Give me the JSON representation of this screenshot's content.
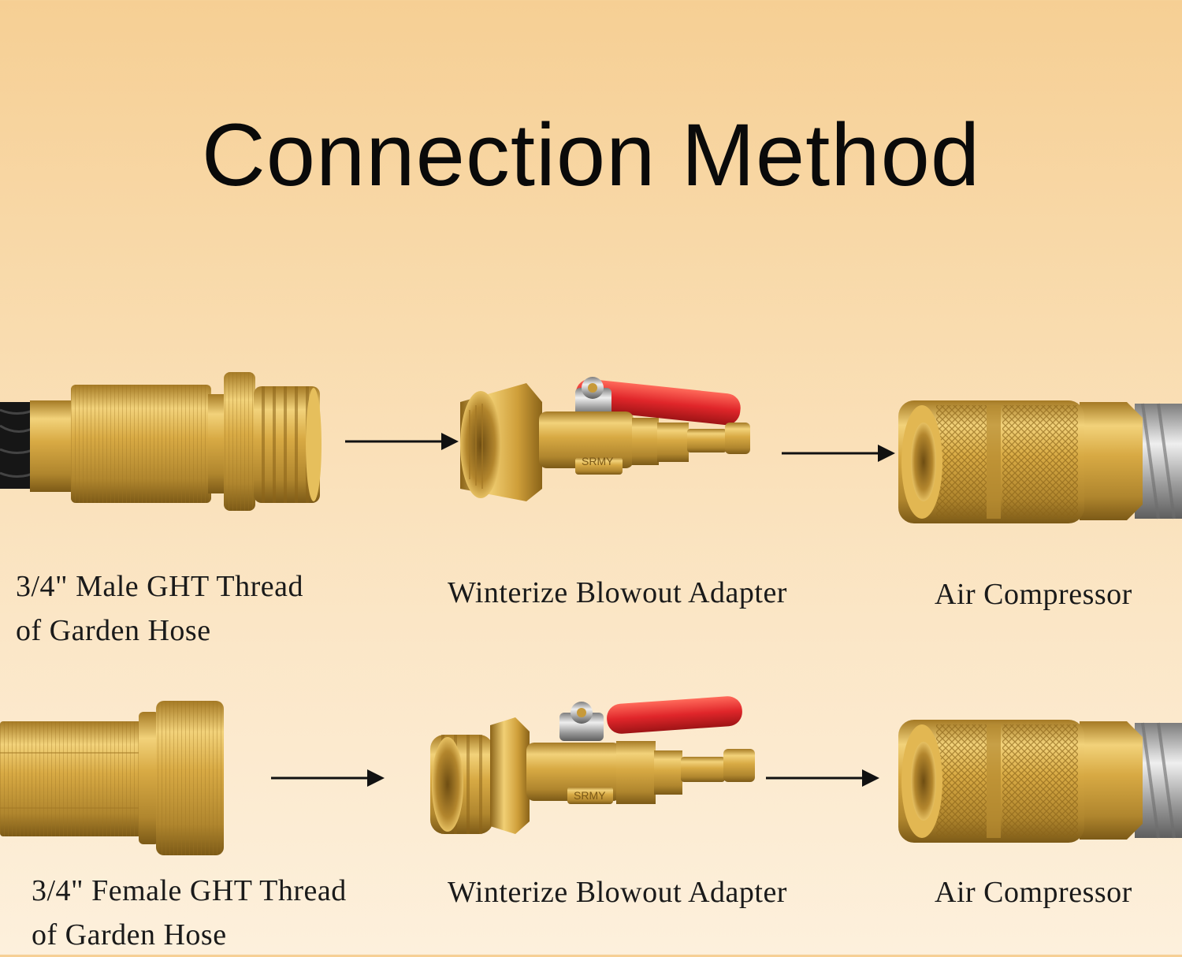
{
  "title": "Connection Method",
  "rows": [
    {
      "hose_label_line1": "3/4\" Male GHT Thread",
      "hose_label_line2": "of Garden Hose",
      "adapter_label": "Winterize Blowout Adapter",
      "compressor_label": "Air Compressor"
    },
    {
      "hose_label_line1": "3/4\" Female GHT Thread",
      "hose_label_line2": "of Garden Hose",
      "adapter_label": "Winterize Blowout Adapter",
      "compressor_label": "Air Compressor"
    }
  ],
  "colors": {
    "brass": "#d4a53c",
    "brass_dark": "#9c7424",
    "brass_light": "#f3d67c",
    "valve_handle": "#e0262a",
    "arrow": "#111111"
  }
}
